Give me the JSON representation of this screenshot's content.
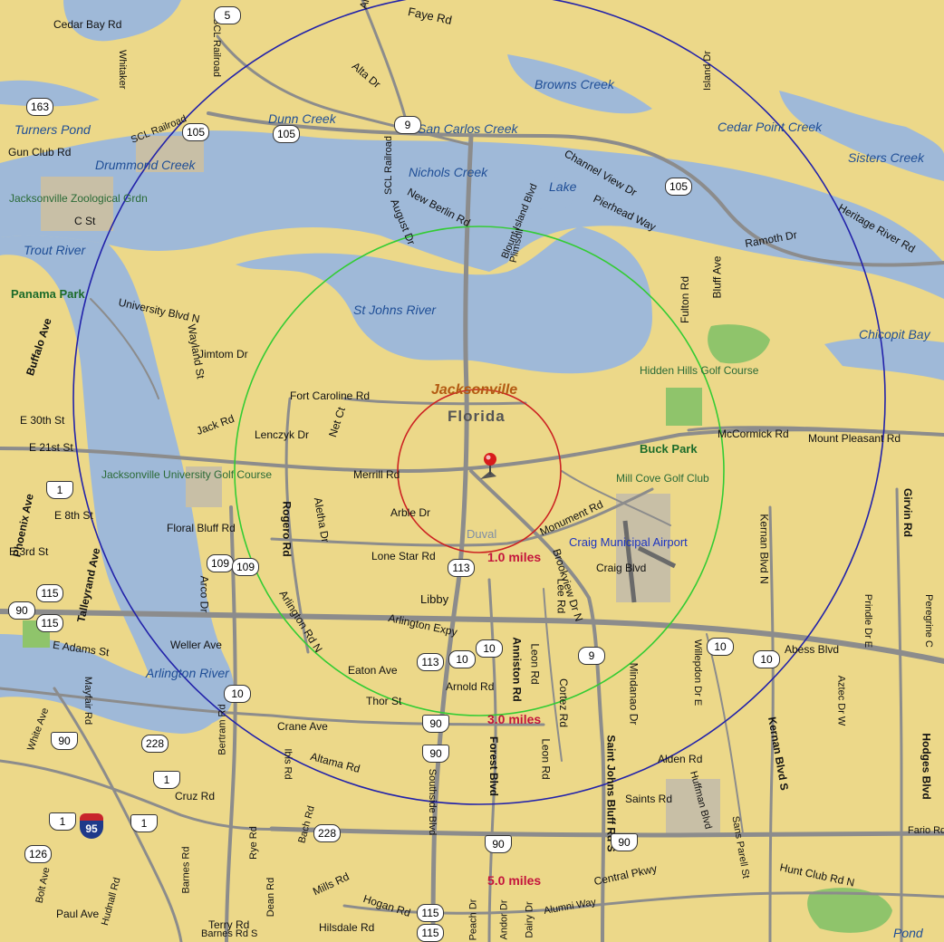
{
  "map": {
    "colors": {
      "land": "#ecd889",
      "water": "#9fb9d8",
      "road": "#8c8c8c",
      "park": "#8fc46b",
      "circle_1mi": "#cc2222",
      "circle_3mi": "#33cc33",
      "circle_5mi": "#2222aa",
      "pin": "#d81b1b"
    },
    "center_marker": "map-pin-icon",
    "radius_labels": {
      "r1": "1.0 miles",
      "r3": "3.0 miles",
      "r5": "5.0 miles"
    },
    "places": {
      "city": "Jacksonville",
      "state": "Florida",
      "duval": "Duval",
      "buck_park": "Buck Park",
      "panama_park": "Panama Park",
      "airport": "Craig Municipal Airport",
      "zoo": "Jacksonville Zoological Grdn",
      "hidden_hills": "Hidden Hills Golf Course",
      "ju_golf": "Jacksonville University Golf Course",
      "mill_cove": "Mill Cove Golf Club",
      "libby": "Libby"
    },
    "water": {
      "dunn_creek": "Dunn Creek",
      "browns_creek": "Browns Creek",
      "cedar_point_creek": "Cedar Point Creek",
      "sisters_creek": "Sisters Creek",
      "san_carlos_creek": "San Carlos Creek",
      "nichols_creek": "Nichols Creek",
      "lake": "Lake",
      "turners_pond": "Turners Pond",
      "drummond_creek": "Drummond Creek",
      "trout_river": "Trout River",
      "st_johns_river": "St Johns River",
      "chicopit_bay": "Chicopit Bay",
      "arlington_river": "Arlington River",
      "pond": "Pond"
    },
    "roads": {
      "cedar_bay": "Cedar Bay Rd",
      "scl_railroad_top": "SCL Railroad",
      "faye": "Faye Rd",
      "alta_dr_top": "Alta Dr",
      "alta_dr": "Alta Dr",
      "whitaker": "Whitaker",
      "island_dr": "Island Dr",
      "scl_railroad_mid": "SCL Railroad",
      "scl_railroad_vert": "SCL Railroad",
      "gun_club": "Gun Club Rd",
      "c_st": "C St",
      "new_berlin": "New Berlin Rd",
      "august": "August Dr",
      "blount_island": "Blount Island Blvd",
      "plimsoll": "Plimsoll",
      "channel_view": "Channel View Dr",
      "pierhead": "Pierhead Way",
      "ramoth": "Ramoth Dr",
      "heritage_river": "Heritage River Rd",
      "university": "University Blvd N",
      "jimtom": "Jimtom Dr",
      "wayland": "Wayland St",
      "buffalo": "Buffalo Ave",
      "fulton": "Fulton Rd",
      "bluff_ave": "Bluff Ave",
      "fort_caroline": "Fort Caroline Rd",
      "jack": "Jack Rd",
      "net_ct": "Net Ct",
      "lenczyk": "Lenczyk Dr",
      "e30th": "E 30th St",
      "e21st": "E 21st St",
      "phoenix": "Phoenix Ave",
      "merrill": "Merrill Rd",
      "mccormick": "McCormick Rd",
      "mount_pleasant": "Mount Pleasant Rd",
      "e8th": "E 8th St",
      "floral_bluff": "Floral Bluff Rd",
      "rogero": "Rogero Rd",
      "aletha": "Aletha Dr",
      "arble": "Arble Dr",
      "monument": "Monument Rd",
      "kernan_n": "Kernan Blvd N",
      "girvin": "Girvin Rd",
      "e3rd": "E 3rd St",
      "talleyrand": "Talleyrand Ave",
      "arco": "Arco Dr",
      "lone_star": "Lone Star Rd",
      "brookview": "Brookview Dr N",
      "craig": "Craig Blvd",
      "prindle": "Prindle Dr E",
      "peregrine": "Peregrine C",
      "arlington_n": "Arlington Rd N",
      "arlington_expy": "Arlington Expy",
      "lee": "Lee Rd",
      "e_adams": "E Adams St",
      "weller": "Weller Ave",
      "eaton": "Eaton Ave",
      "anniston": "Anniston Rd",
      "leon_top": "Leon Rd",
      "cortez": "Cortez Rd",
      "mindanao": "Mindanao Dr",
      "willepdon": "Willepdon Dr E",
      "abess": "Abess Blvd",
      "aztec": "Aztec Dr W",
      "arnold": "Arnold Rd",
      "thor": "Thor St",
      "bertram": "Bertram Rd",
      "crane": "Crane Ave",
      "mayfair": "Mayfair Rd",
      "white": "White Ave",
      "ibis": "Ibis Rd",
      "altama": "Altama Rd",
      "southside": "Southside Blvd",
      "forest": "Forest Blvd",
      "leon_bot": "Leon Rd",
      "saint_johns_bluff": "Saint Johns Bluff Rd S",
      "alden": "Alden Rd",
      "huffman": "Huffman Blvd",
      "kernan_s": "Kernan Blvd S",
      "hodges": "Hodges Blvd",
      "cruz": "Cruz Rd",
      "saints": "Saints Rd",
      "sans_parell": "Sans Parell St",
      "fario": "Fario Rd",
      "bolt": "Bolt Ave",
      "hudnall": "Hudnall Rd",
      "barnes": "Barnes Rd",
      "rye": "Rye Rd",
      "dean": "Dean Rd",
      "beach_rd": "Bach Rd",
      "mills": "Mills Rd",
      "hogan": "Hogan Rd",
      "central_pkwy": "Central Pkwy",
      "hunt_club": "Hunt Club Rd N",
      "peach": "Peach Dr",
      "andor": "Andor Dr",
      "dairy": "Dairy Dr",
      "alumni": "Alumni Way",
      "paul": "Paul Ave",
      "terry": "Terry Rd",
      "barnes_s": "Barnes Rd S",
      "hilsdale": "Hilsdale Rd"
    },
    "shields": {
      "s5": "5",
      "s163": "163",
      "s105a": "105",
      "s105b": "105",
      "s9a": "9",
      "s105c": "105",
      "s1a": "1",
      "s109a": "109",
      "s109b": "109",
      "s113a": "113",
      "s115a": "115",
      "s90a": "90",
      "s115b": "115",
      "s10a": "10",
      "s113b": "113",
      "s10b": "10",
      "s9b": "9",
      "s10c": "10",
      "s10d": "10",
      "s10e": "10",
      "s90b": "90",
      "s90c": "90",
      "s90d": "90",
      "s228a": "228",
      "s1b": "1",
      "s1c": "1",
      "s1d": "1",
      "s228b": "228",
      "s90e": "90",
      "s90f": "90",
      "s126": "126",
      "s115c": "115",
      "s115d": "115",
      "i95": "95"
    }
  }
}
